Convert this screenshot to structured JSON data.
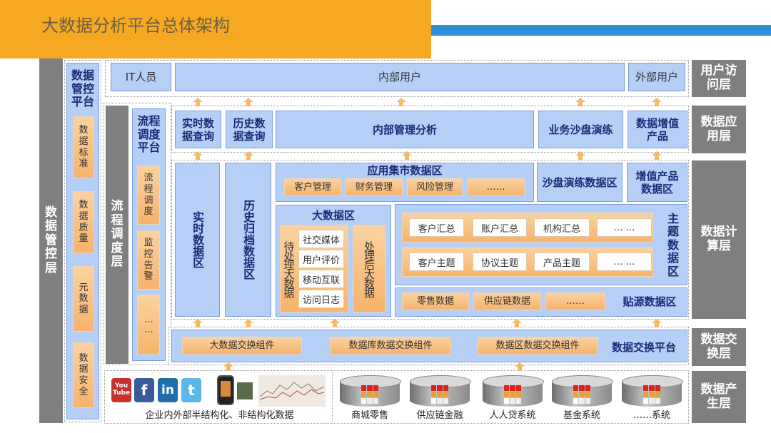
{
  "title": "大数据分析平台总体架构",
  "colors": {
    "header": "#f7a823",
    "stripe": "#2e8fd6",
    "layer": "#7f7f7f",
    "box": "#b6cff7",
    "component": "#f6b36c"
  },
  "governance": {
    "layer": "数据管控层",
    "platform": "数据管控平台",
    "items": [
      "数据标准",
      "数据质量",
      "元数据",
      "数据安全"
    ]
  },
  "scheduling": {
    "layer": "流程调度层",
    "platform": "流程调度平台",
    "items": [
      "流程调度",
      "监控告警",
      "……"
    ]
  },
  "layers": {
    "user": "用户访问层",
    "app": "数据应用层",
    "compute": "数据计算层",
    "exchange": "数据交换层",
    "source": "数据产生层"
  },
  "user_access": [
    "IT人员",
    "内部用户",
    "外部用户"
  ],
  "apps": [
    "实时数据查询",
    "历史数据查询",
    "内部管理分析",
    "业务沙盘演练",
    "数据增值产品"
  ],
  "compute": {
    "realtime": "实时数据区",
    "archive": "历史归档数据区",
    "mart": {
      "title": "应用集市数据区",
      "items": [
        "客户管理",
        "财务管理",
        "风险管理",
        "……"
      ]
    },
    "sandbox": "沙盘演练数据区",
    "value_added": "增值产品数据区",
    "bigdata": {
      "title": "大数据区",
      "pending": "待处理大数据",
      "pending_items": [
        "社交媒体",
        "用户评价",
        "移动互联",
        "访问日志"
      ],
      "processed": "处理后大数据"
    },
    "subject": {
      "title": "主题数据区",
      "row1": [
        "客户汇总",
        "账户汇总",
        "机构汇总",
        "… …"
      ],
      "row2": [
        "客户主题",
        "协议主题",
        "产品主题",
        "… …"
      ]
    },
    "source_area": {
      "title": "贴源数据区",
      "items": [
        "零售数据",
        "供应链数据",
        "……"
      ]
    }
  },
  "exchange": {
    "title": "数据交换平台",
    "items": [
      "大数据交换组件",
      "数据库数据交换组件",
      "数据区数据交换组件"
    ]
  },
  "sources": {
    "unstructured": "企业内外部半结构化、非结构化数据",
    "social_icons": [
      "You Tube",
      "f",
      "in",
      "t"
    ],
    "systems": [
      "商城零售",
      "供应链金融",
      "人人贷系统",
      "基金系统",
      "……系统"
    ]
  }
}
